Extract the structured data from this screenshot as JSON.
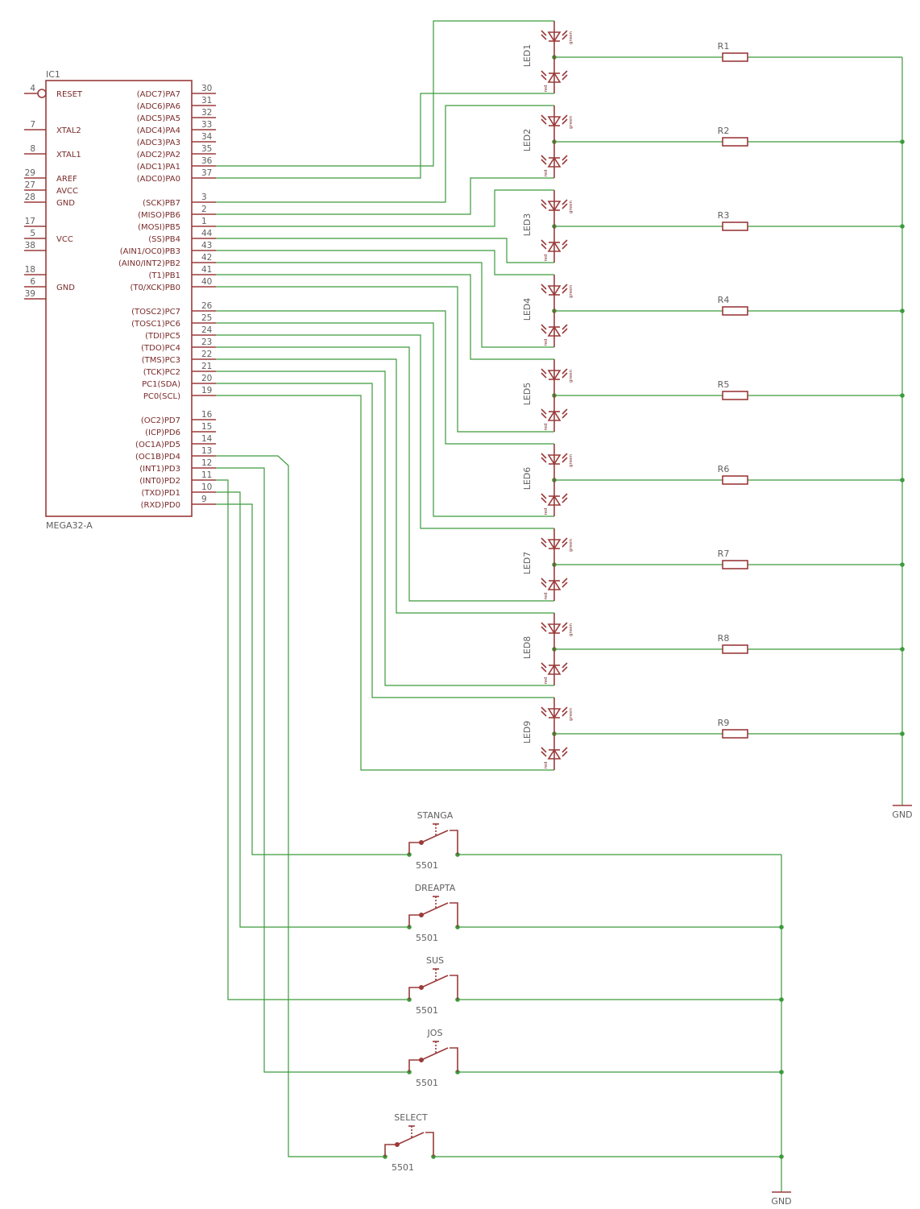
{
  "ic": {
    "name": "IC1",
    "value": "MEGA32-A",
    "left_pins": [
      {
        "num": "4",
        "label": "RESET"
      },
      {
        "num": "7",
        "label": "XTAL2"
      },
      {
        "num": "8",
        "label": "XTAL1"
      },
      {
        "num": "29",
        "label": "AREF"
      },
      {
        "num": "27",
        "label": "AVCC"
      },
      {
        "num": "28",
        "label": "GND"
      },
      {
        "num": "17",
        "label": ""
      },
      {
        "num": "5",
        "label": "VCC"
      },
      {
        "num": "38",
        "label": ""
      },
      {
        "num": "18",
        "label": ""
      },
      {
        "num": "6",
        "label": "GND"
      },
      {
        "num": "39",
        "label": ""
      }
    ],
    "right_pins": [
      {
        "num": "30",
        "label": "(ADC7)PA7"
      },
      {
        "num": "31",
        "label": "(ADC6)PA6"
      },
      {
        "num": "32",
        "label": "(ADC5)PA5"
      },
      {
        "num": "33",
        "label": "(ADC4)PA4"
      },
      {
        "num": "34",
        "label": "(ADC3)PA3"
      },
      {
        "num": "35",
        "label": "(ADC2)PA2"
      },
      {
        "num": "36",
        "label": "(ADC1)PA1"
      },
      {
        "num": "37",
        "label": "(ADC0)PA0"
      },
      {
        "num": "3",
        "label": "(SCK)PB7"
      },
      {
        "num": "2",
        "label": "(MISO)PB6"
      },
      {
        "num": "1",
        "label": "(MOSI)PB5"
      },
      {
        "num": "44",
        "label": "(SS)PB4"
      },
      {
        "num": "43",
        "label": "(AIN1/OC0)PB3"
      },
      {
        "num": "42",
        "label": "(AIN0/INT2)PB2"
      },
      {
        "num": "41",
        "label": "(T1)PB1"
      },
      {
        "num": "40",
        "label": "(T0/XCK)PB0"
      },
      {
        "num": "26",
        "label": "(TOSC2)PC7"
      },
      {
        "num": "25",
        "label": "(TOSC1)PC6"
      },
      {
        "num": "24",
        "label": "(TDI)PC5"
      },
      {
        "num": "23",
        "label": "(TDO)PC4"
      },
      {
        "num": "22",
        "label": "(TMS)PC3"
      },
      {
        "num": "21",
        "label": "(TCK)PC2"
      },
      {
        "num": "20",
        "label": "PC1(SDA)"
      },
      {
        "num": "19",
        "label": "PC0(SCL)"
      },
      {
        "num": "16",
        "label": "(OC2)PD7"
      },
      {
        "num": "15",
        "label": "(ICP)PD6"
      },
      {
        "num": "14",
        "label": "(OC1A)PD5"
      },
      {
        "num": "13",
        "label": "(OC1B)PD4"
      },
      {
        "num": "12",
        "label": "(INT1)PD3"
      },
      {
        "num": "11",
        "label": "(INT0)PD2"
      },
      {
        "num": "10",
        "label": "(TXD)PD1"
      },
      {
        "num": "9",
        "label": "(RXD)PD0"
      }
    ]
  },
  "leds": [
    {
      "name": "LED1",
      "top": "green",
      "bottom": "red"
    },
    {
      "name": "LED2",
      "top": "green",
      "bottom": "red"
    },
    {
      "name": "LED3",
      "top": "green",
      "bottom": "red"
    },
    {
      "name": "LED4",
      "top": "green",
      "bottom": "red"
    },
    {
      "name": "LED5",
      "top": "green",
      "bottom": "red"
    },
    {
      "name": "LED6",
      "top": "green",
      "bottom": "red"
    },
    {
      "name": "LED7",
      "top": "green",
      "bottom": "red"
    },
    {
      "name": "LED8",
      "top": "green",
      "bottom": "red"
    },
    {
      "name": "LED9",
      "top": "green",
      "bottom": "red"
    }
  ],
  "resistors": [
    "R1",
    "R2",
    "R3",
    "R4",
    "R5",
    "R6",
    "R7",
    "R8",
    "R9"
  ],
  "switches": [
    {
      "name": "STANGA",
      "value": "5501"
    },
    {
      "name": "DREAPTA",
      "value": "5501"
    },
    {
      "name": "SUS",
      "value": "5501"
    },
    {
      "name": "JOS",
      "value": "5501"
    },
    {
      "name": "SELECT",
      "value": "5501"
    }
  ],
  "gnd_labels": [
    "GND",
    "GND"
  ],
  "colors": {
    "wire": "#3c9a3c",
    "part": "#9b3a3a",
    "text": "#606060"
  }
}
